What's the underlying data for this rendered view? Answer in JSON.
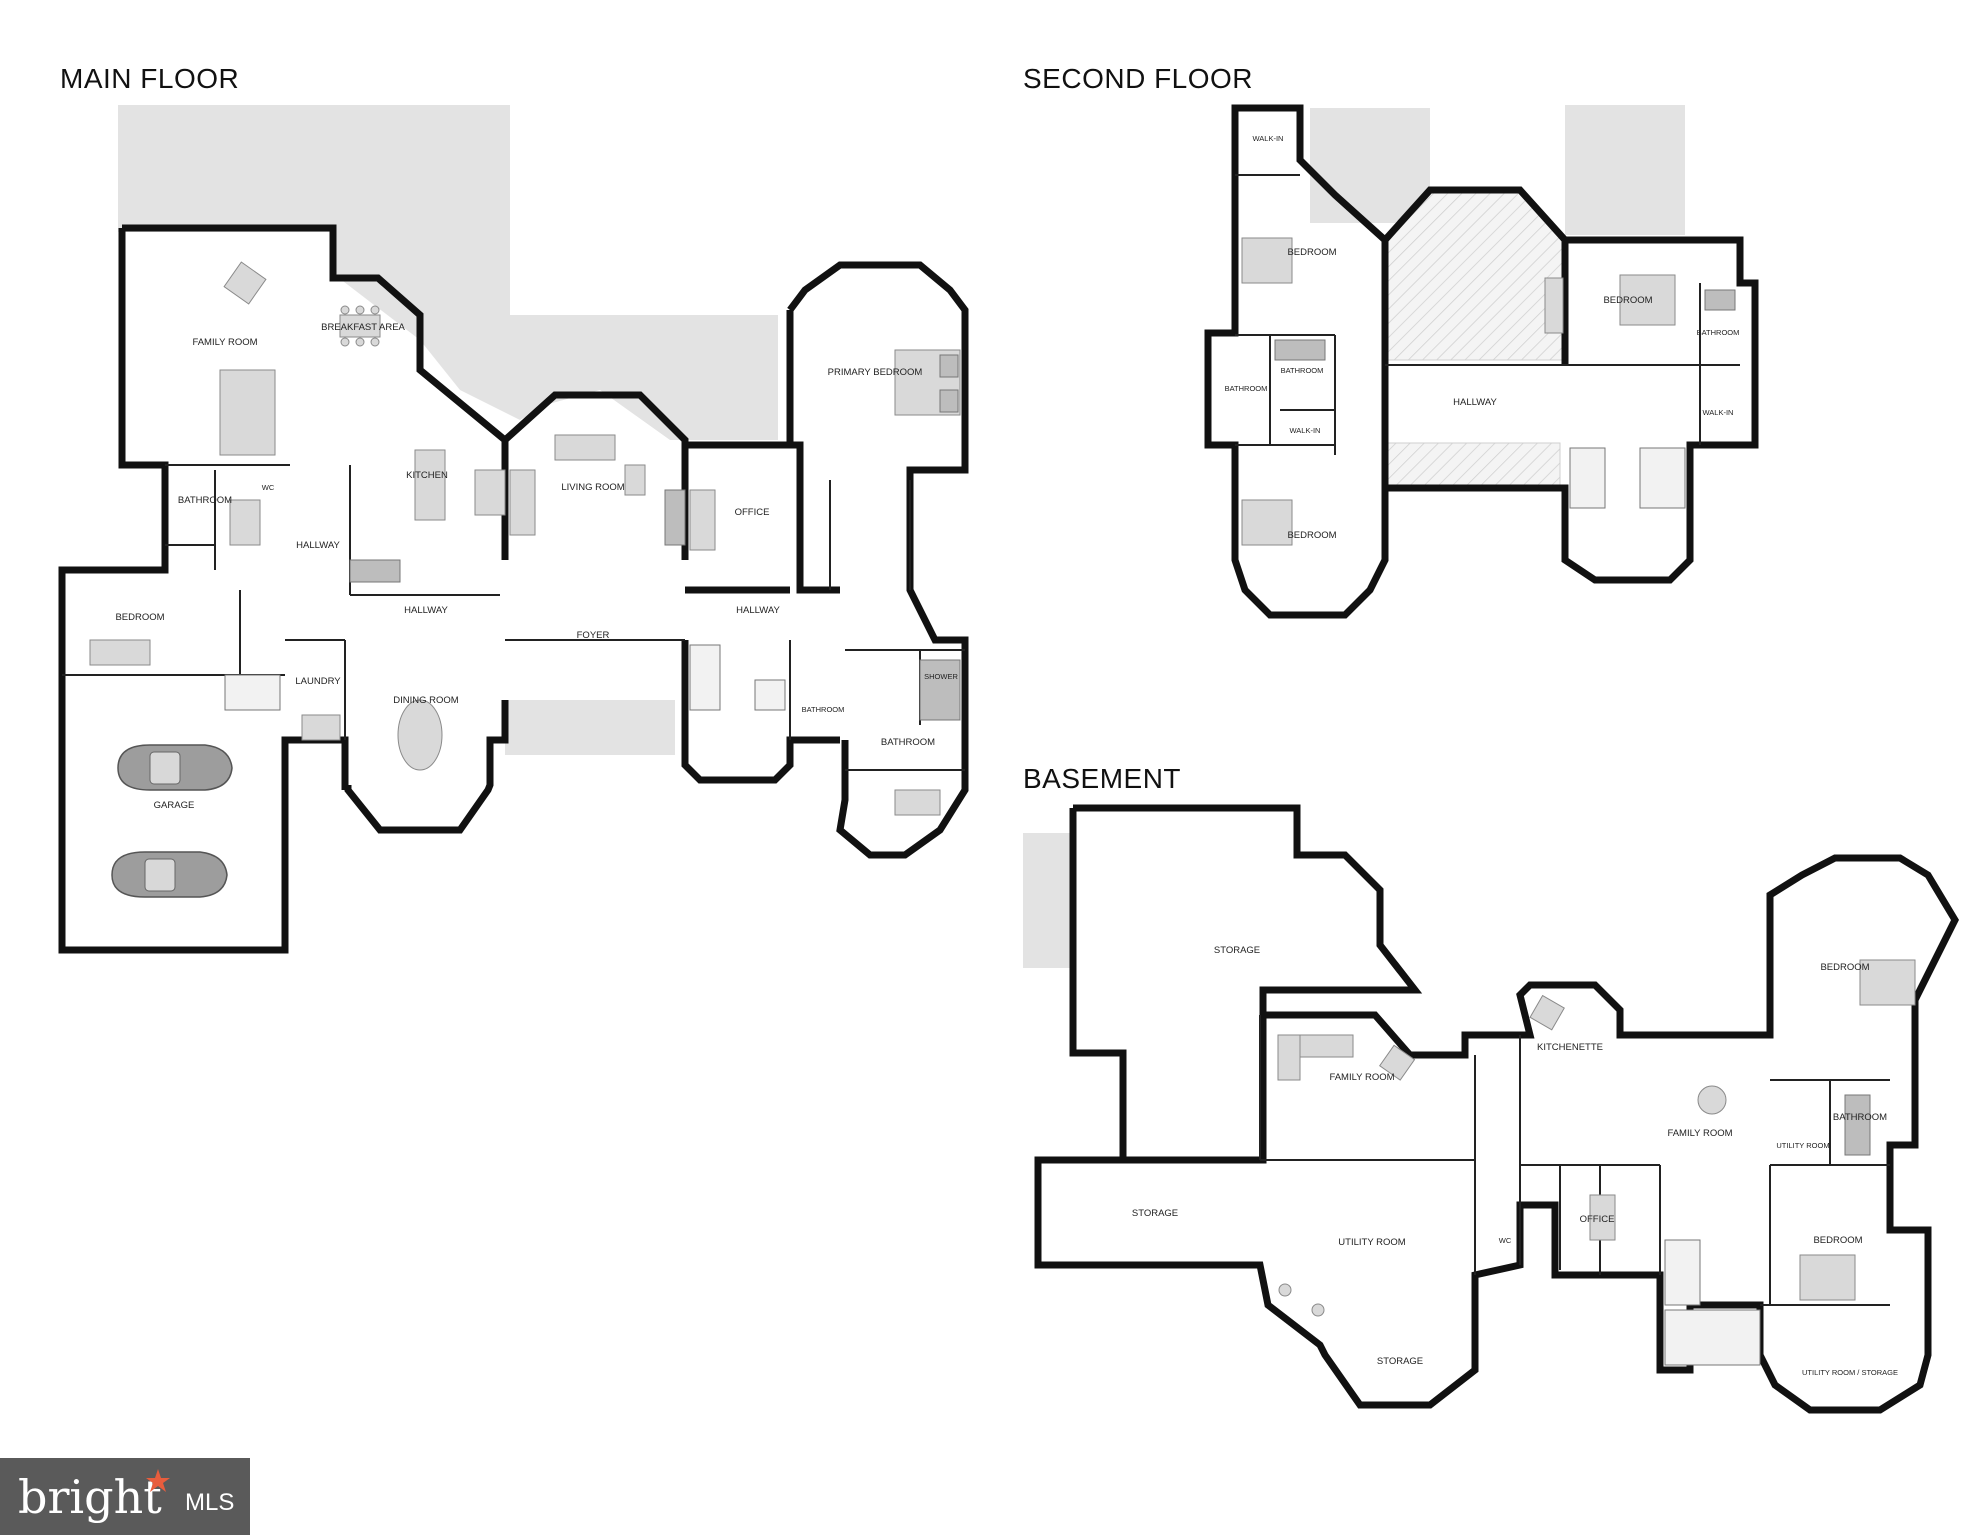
{
  "floors": {
    "main": {
      "title": "MAIN FLOOR",
      "rooms": {
        "family_room": "FAMILY ROOM",
        "breakfast_area": "BREAKFAST AREA",
        "kitchen": "KITCHEN",
        "living_room": "LIVING ROOM",
        "office": "OFFICE",
        "primary_bedroom": "PRIMARY BEDROOM",
        "bathroom_west": "BATHROOM",
        "wc": "WC",
        "hallway_west": "HALLWAY",
        "hallway_center": "HALLWAY",
        "hallway_east": "HALLWAY",
        "bedroom": "BEDROOM",
        "laundry": "LAUNDRY",
        "foyer": "FOYER",
        "dining_room": "DINING ROOM",
        "garage": "GARAGE",
        "bathroom_small": "BATHROOM",
        "shower": "SHOWER",
        "bathroom_primary": "BATHROOM"
      }
    },
    "second": {
      "title": "SECOND FLOOR",
      "rooms": {
        "walk_in_top": "WALK-IN",
        "bedroom_nw": "BEDROOM",
        "bathroom_west": "BATHROOM",
        "bathroom_center": "BATHROOM",
        "walk_in_center": "WALK-IN",
        "bedroom_sw": "BEDROOM",
        "hallway": "HALLWAY",
        "bedroom_east": "BEDROOM",
        "bathroom_east": "BATHROOM",
        "walk_in_east": "WALK-IN"
      }
    },
    "basement": {
      "title": "BASEMENT",
      "rooms": {
        "storage_north": "STORAGE",
        "family_room_west": "FAMILY ROOM",
        "kitchenette": "KITCHENETTE",
        "family_room_center": "FAMILY ROOM",
        "bedroom_ne": "BEDROOM",
        "bathroom": "BATHROOM",
        "utility_room_small": "UTILITY ROOM",
        "storage_west": "STORAGE",
        "utility_room": "UTILITY ROOM",
        "wc": "WC",
        "office": "OFFICE",
        "bedroom_se": "BEDROOM",
        "storage_south": "STORAGE",
        "utility_storage": "UTILITY ROOM / STORAGE"
      }
    }
  },
  "logo": {
    "brand": "bright",
    "suffix": "MLS"
  },
  "colors": {
    "walls": "#111111",
    "deck": "#e3e3e3",
    "furniture": "#d9d9d9",
    "logo_bg": "#5a5a5a",
    "logo_accent": "#e85d3d"
  }
}
